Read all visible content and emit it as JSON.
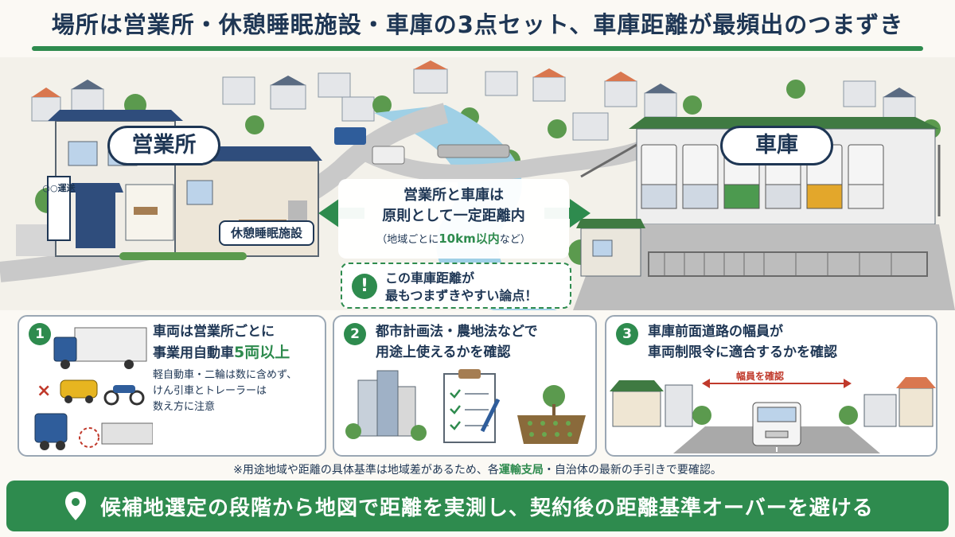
{
  "title": "場所は営業所・休憩睡眠施設・車庫の3点セット、車庫距離が最頻出のつまずき",
  "scene": {
    "office_label": "営業所",
    "garage_label": "車庫",
    "rest_facility_label": "休憩睡眠施設",
    "company_sign": "○○運送",
    "distance": {
      "line1": "営業所と車庫は",
      "line2": "原則として一定距離内",
      "note_prefix": "（地域ごとに",
      "note_km": "10km以内",
      "note_suffix": "など）"
    },
    "warning": {
      "icon": "!",
      "line1": "この車庫距離が",
      "line2": "最もつまずきやすい論点！"
    }
  },
  "cards": [
    {
      "number": "1",
      "title_line1": "車両は営業所ごとに",
      "title_line2_prefix": "事業用自動車",
      "title_line2_highlight": "5両以上",
      "note_line1": "軽自動車・二輪は数に含めず、",
      "note_line2": "けん引車とトレーラーは",
      "note_line3": "数え方に注意",
      "exclude_mark": "×"
    },
    {
      "number": "2",
      "title_line1": "都市計画法・農地法などで",
      "title_line2": "用途上使えるかを確認"
    },
    {
      "number": "3",
      "title_line1": "車庫前面道路の幅員が",
      "title_line2": "車両制限令に適合するかを確認",
      "width_label": "幅員を確認"
    }
  ],
  "footnote": {
    "prefix": "※用途地域や距離の具体基準は地域差があるため、各",
    "highlight": "運輸支局",
    "suffix": "・自治体の最新の手引きで要確認。"
  },
  "banner": {
    "icon": "location-pin-icon",
    "text": "候補地選定の段階から地図で距離を実測し、契約後の距離基準オーバーを避ける"
  },
  "colors": {
    "accent_green": "#2e8b4e",
    "navy": "#1e3654",
    "warning_red": "#c0392b"
  }
}
